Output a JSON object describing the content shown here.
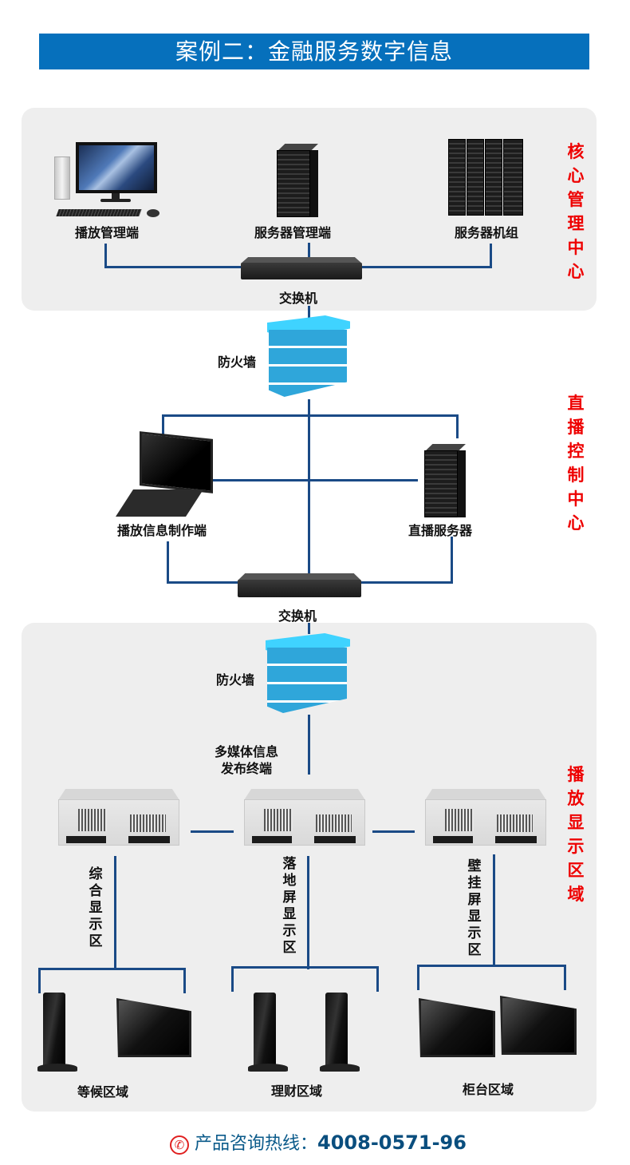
{
  "title": "案例二：金融服务数字信息",
  "zones": {
    "core": "核心管理中心",
    "live": "直播控制中心",
    "display": "播放显示区域"
  },
  "core_center": {
    "playback_mgmt": "播放管理端",
    "server_mgmt": "服务器管理端",
    "server_cluster": "服务器机组",
    "switch": "交换机"
  },
  "live_center": {
    "firewall": "防火墙",
    "content_station": "播放信息制作端",
    "live_server": "直播服务器",
    "switch": "交换机"
  },
  "display_area": {
    "firewall": "防火墙",
    "terminal_line1": "多媒体信息",
    "terminal_line2": "发布终端",
    "branches": [
      {
        "vertical_label": "综合显示区",
        "area": "等候区域"
      },
      {
        "vertical_label": "落地屏显示区",
        "area": "理财区域"
      },
      {
        "vertical_label": "壁挂屏显示区",
        "area": "柜台区域"
      }
    ]
  },
  "footer": {
    "phone_icon": "phone-icon",
    "label": "产品咨询热线：",
    "number": "4008-0571-96"
  },
  "colors": {
    "title_bg": "#0670bc",
    "line": "#1a4a86",
    "zone_text": "#ee0000",
    "firewall": "#37b6e8"
  }
}
